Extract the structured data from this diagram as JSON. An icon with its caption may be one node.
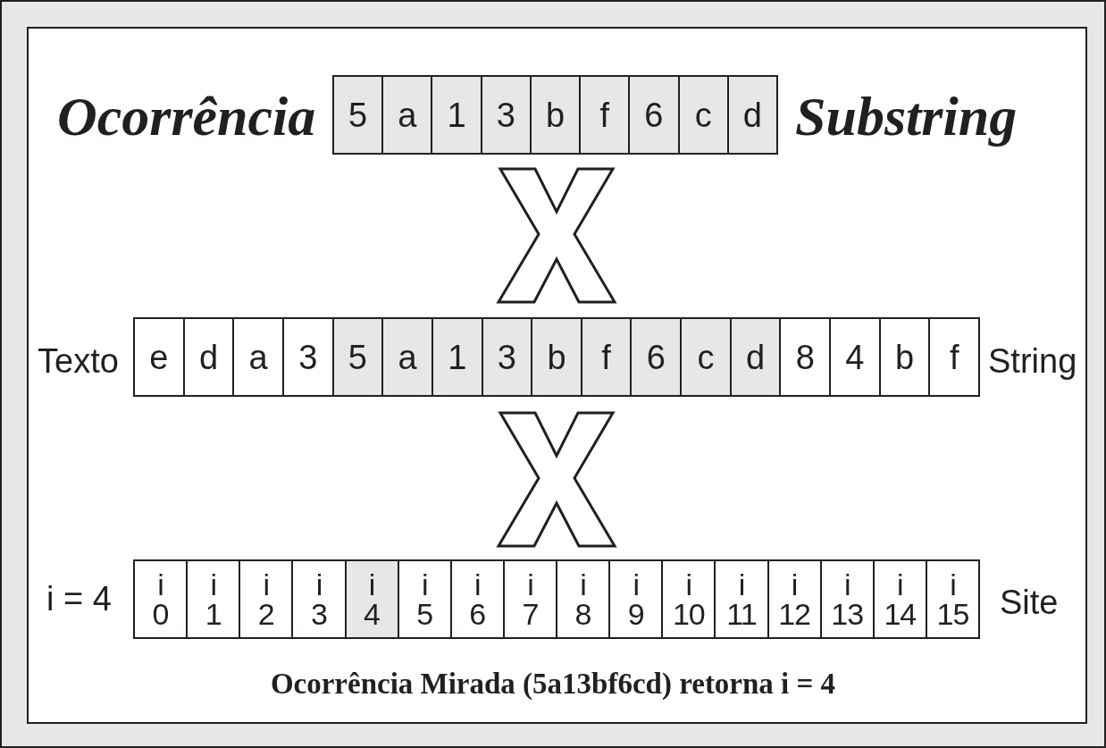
{
  "diagram": {
    "caption": "Ocorrência Mirada (5a13bf6cd) retorna i = 4",
    "nodes": [
      {
        "text": [
          "5"
        ]
      },
      {
        "text": [
          "a"
        ]
      },
      {
        "text": [
          "1"
        ]
      },
      {
        "text": [
          "3"
        ]
      },
      {
        "text": [
          "b"
        ]
      },
      {
        "text": [
          "f"
        ]
      },
      {
        "text": [
          "6"
        ]
      },
      {
        "text": [
          "c"
        ]
      },
      {
        "text": [
          "d"
        ]
      },
      {
        "text": [
          "e"
        ]
      },
      {
        "text": [
          "d"
        ]
      },
      {
        "text": [
          "a"
        ]
      },
      {
        "text": [
          "3"
        ]
      },
      {
        "text": [
          "5"
        ]
      },
      {
        "text": [
          "a"
        ]
      },
      {
        "text": [
          "1"
        ]
      },
      {
        "text": [
          "3"
        ]
      },
      {
        "text": [
          "b"
        ]
      },
      {
        "text": [
          "f"
        ]
      },
      {
        "text": [
          "6"
        ]
      },
      {
        "text": [
          "c"
        ]
      },
      {
        "text": [
          "d"
        ]
      },
      {
        "text": [
          "8"
        ]
      },
      {
        "text": [
          "4"
        ]
      },
      {
        "text": [
          "b"
        ]
      },
      {
        "text": [
          "f"
        ]
      },
      {
        "text": [
          "i",
          "0"
        ]
      },
      {
        "text": [
          "i",
          "1"
        ]
      },
      {
        "text": [
          "i",
          "2"
        ]
      },
      {
        "text": [
          "i",
          "3"
        ]
      },
      {
        "text": [
          "i",
          "4"
        ]
      },
      {
        "text": [
          "i",
          "5"
        ]
      },
      {
        "text": [
          "i",
          "6"
        ]
      },
      {
        "text": [
          "i",
          "7"
        ]
      },
      {
        "text": [
          "i",
          "8"
        ]
      },
      {
        "text": [
          "i",
          "9"
        ]
      },
      {
        "text": [
          "i",
          "10"
        ]
      },
      {
        "text": [
          "i",
          "11"
        ]
      },
      {
        "text": [
          "i",
          "12"
        ]
      },
      {
        "text": [
          "i",
          "13"
        ]
      },
      {
        "text": [
          "i",
          "14"
        ]
      },
      {
        "text": [
          "i",
          "15"
        ]
      }
    ],
    "labels": [
      "Ocorrência",
      "Substring",
      "Texto",
      "String",
      "i = 4",
      "Site"
    ]
  }
}
